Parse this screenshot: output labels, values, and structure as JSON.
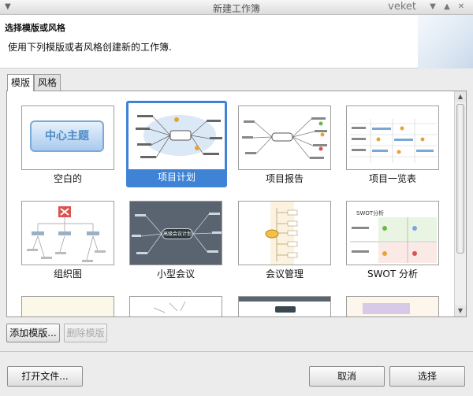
{
  "window": {
    "title": "新建工作簿",
    "brand": "veket",
    "controls": [
      "▼",
      "▲",
      "✕"
    ]
  },
  "header": {
    "title": "选择模版或风格",
    "description": "使用下列模版或者风格创建新的工作簿."
  },
  "tabs": [
    {
      "label": "模版",
      "active": true
    },
    {
      "label": "风格",
      "active": false
    }
  ],
  "templates": [
    {
      "label": "空白的",
      "thumb_text": "中心主题"
    },
    {
      "label": "项目计划",
      "selected": true
    },
    {
      "label": "项目报告"
    },
    {
      "label": "项目一览表"
    },
    {
      "label": "组织图"
    },
    {
      "label": "小型会议",
      "thumb_text": "高级会议计划"
    },
    {
      "label": "会议管理"
    },
    {
      "label": "SWOT 分析",
      "thumb_text": "SWOT分析"
    },
    {
      "label": ""
    },
    {
      "label": ""
    },
    {
      "label": ""
    },
    {
      "label": ""
    }
  ],
  "buttons": {
    "add_template": "添加模版...",
    "delete_template": "删除模版",
    "open_file": "打开文件...",
    "cancel": "取消",
    "select": "选择"
  },
  "colors": {
    "selection": "#3f83d6",
    "header_bg": "#ffffff",
    "window_bg": "#ececec"
  }
}
